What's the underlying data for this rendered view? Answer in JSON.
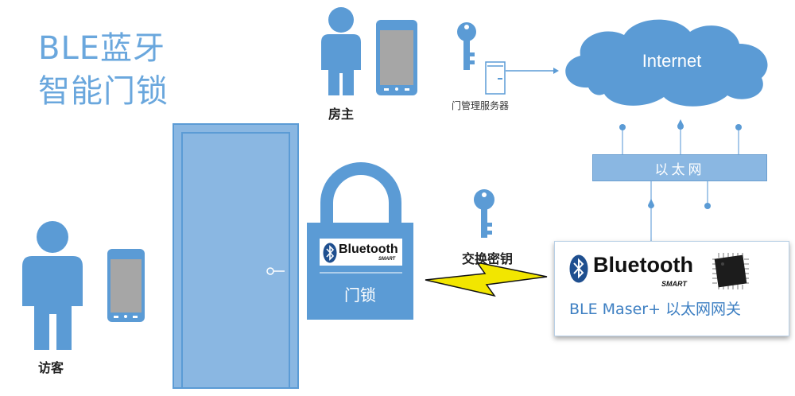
{
  "title": {
    "line1": "BLE蓝牙",
    "line2": "智能门锁"
  },
  "owner": {
    "label": "房主"
  },
  "visitor": {
    "label": "访客"
  },
  "server": {
    "label": "门管理服务器"
  },
  "cloud": {
    "label": "Internet"
  },
  "ethernet": {
    "label": "以太网"
  },
  "lock": {
    "label": "门锁",
    "brand": "Bluetooth",
    "brand_sub": "SMART"
  },
  "key_exchange": {
    "label": "交换密钥"
  },
  "gateway": {
    "brand": "Bluetooth",
    "brand_sub": "SMART",
    "label": "BLE Maser+ 以太网网关"
  },
  "colors": {
    "accent": "#5b9bd5",
    "light": "#8ab7e2",
    "bolt": "#f2e600"
  }
}
